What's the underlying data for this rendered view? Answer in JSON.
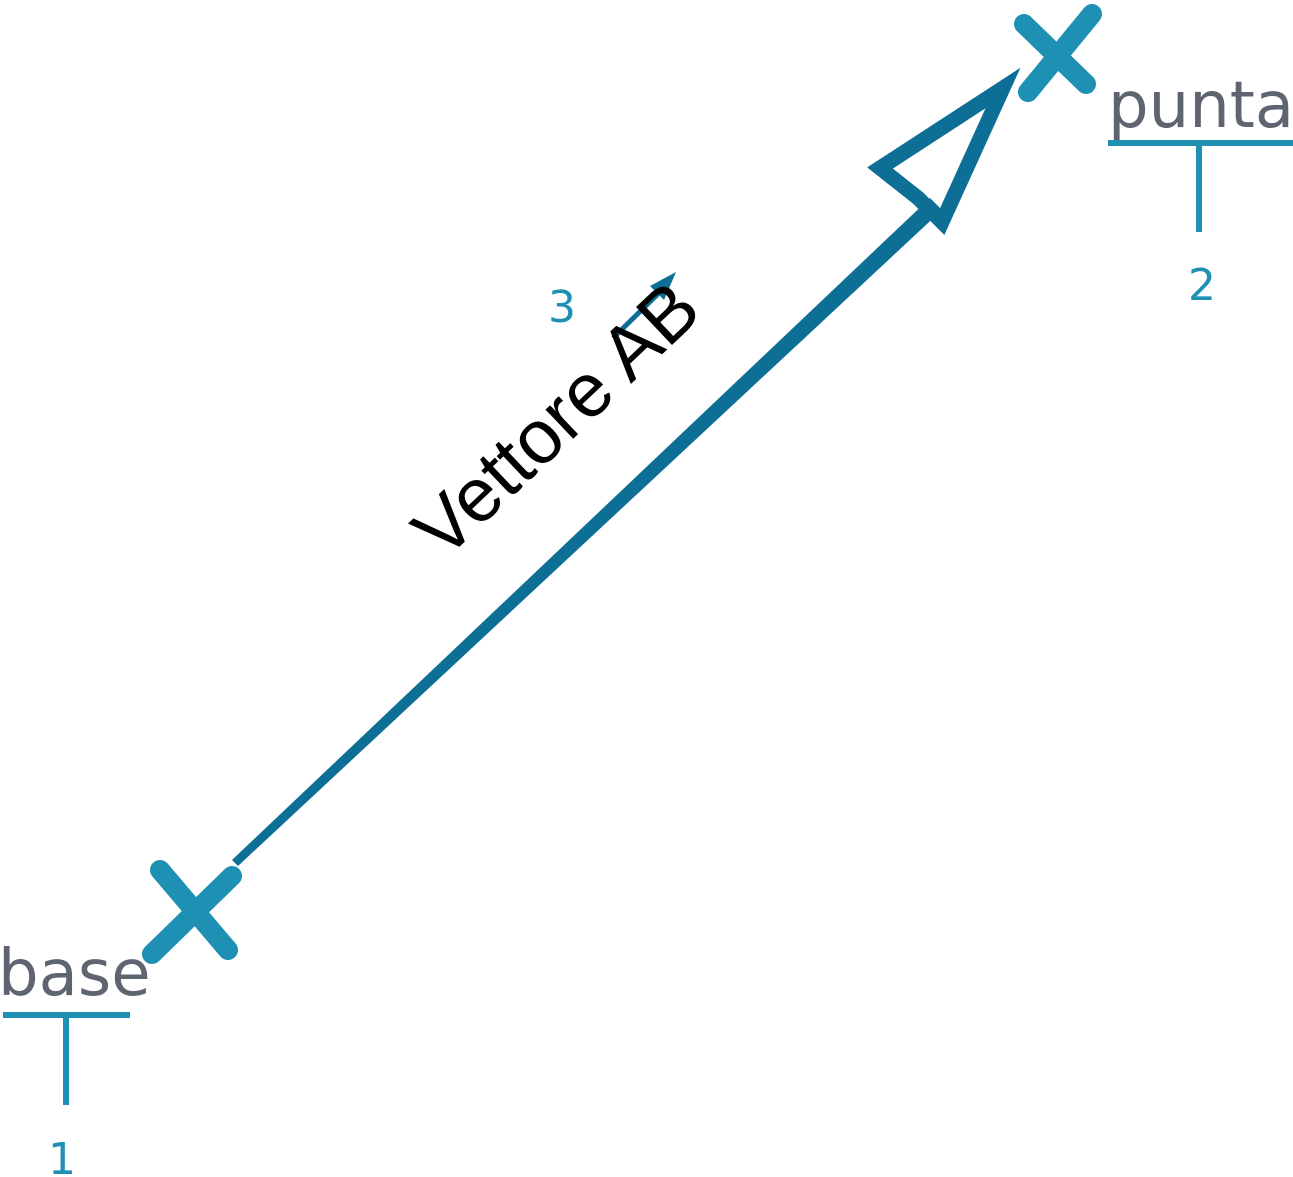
{
  "colors": {
    "marker": "#1e90b4",
    "vector": "#0e6f96",
    "name_text": "#5f6570",
    "label_text": "#000000"
  },
  "icons": {
    "point_marker": "x-cross-icon",
    "index_tick": "t-tick-icon",
    "direction": "arrow-icon"
  },
  "points": {
    "base": {
      "name": "base",
      "index": "1"
    },
    "tip": {
      "name": "punta",
      "index": "2"
    }
  },
  "vector": {
    "label": "Vettore AB",
    "index": "3"
  }
}
